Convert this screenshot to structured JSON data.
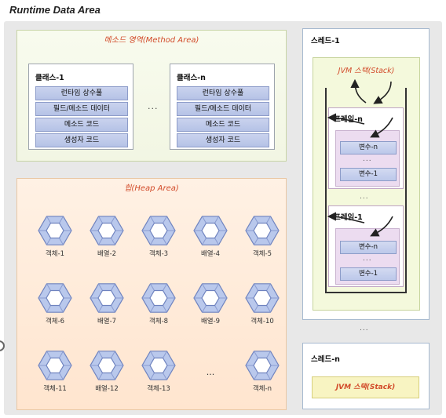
{
  "title": "Runtime Data Area",
  "method_area": {
    "title": "메소드 영역(Method Area)",
    "classes": [
      {
        "name": "클래스-1",
        "items": [
          "런타임 상수풀",
          "필드/메소드 데이터",
          "메소드 코드",
          "생성자 코드"
        ]
      },
      {
        "name": "클래스-n",
        "items": [
          "런타임 상수풀",
          "필드/메소드 데이터",
          "메소드 코드",
          "생성자 코드"
        ]
      }
    ],
    "ellipsis": "..."
  },
  "heap_area": {
    "title": "힙(Heap Area)",
    "rows": [
      [
        "객체-1",
        "배열-2",
        "객체-3",
        "배열-4",
        "객체-5"
      ],
      [
        "객체-6",
        "배열-7",
        "객체-8",
        "배열-9",
        "객체-10"
      ],
      [
        "객체-11",
        "배열-12",
        "객체-13",
        "...",
        "객체-n"
      ]
    ]
  },
  "thread_1": {
    "title": "스레드-1",
    "stack_title": "JVM 스택(Stack)",
    "frames": [
      {
        "name": "프레임-n",
        "vars": [
          "변수-n",
          "...",
          "변수-1"
        ]
      },
      {
        "name": "프레임-1",
        "vars": [
          "변수-n",
          "...",
          "변수-1"
        ]
      }
    ],
    "between_frames": "..."
  },
  "between_threads": "...",
  "thread_n": {
    "title": "스레드-n",
    "stack_title": "JVM 스택(Stack)"
  },
  "colors": {
    "area_title": "#d24b2a",
    "method_bg": "#f4f7e6",
    "heap_bg": "#ffe9d6",
    "stack_bg": "#f4f9dc",
    "frame_border": "#bfa4c4",
    "item_fill": "#c2cdeb",
    "hexagon_fill": "#b9c8ec"
  }
}
